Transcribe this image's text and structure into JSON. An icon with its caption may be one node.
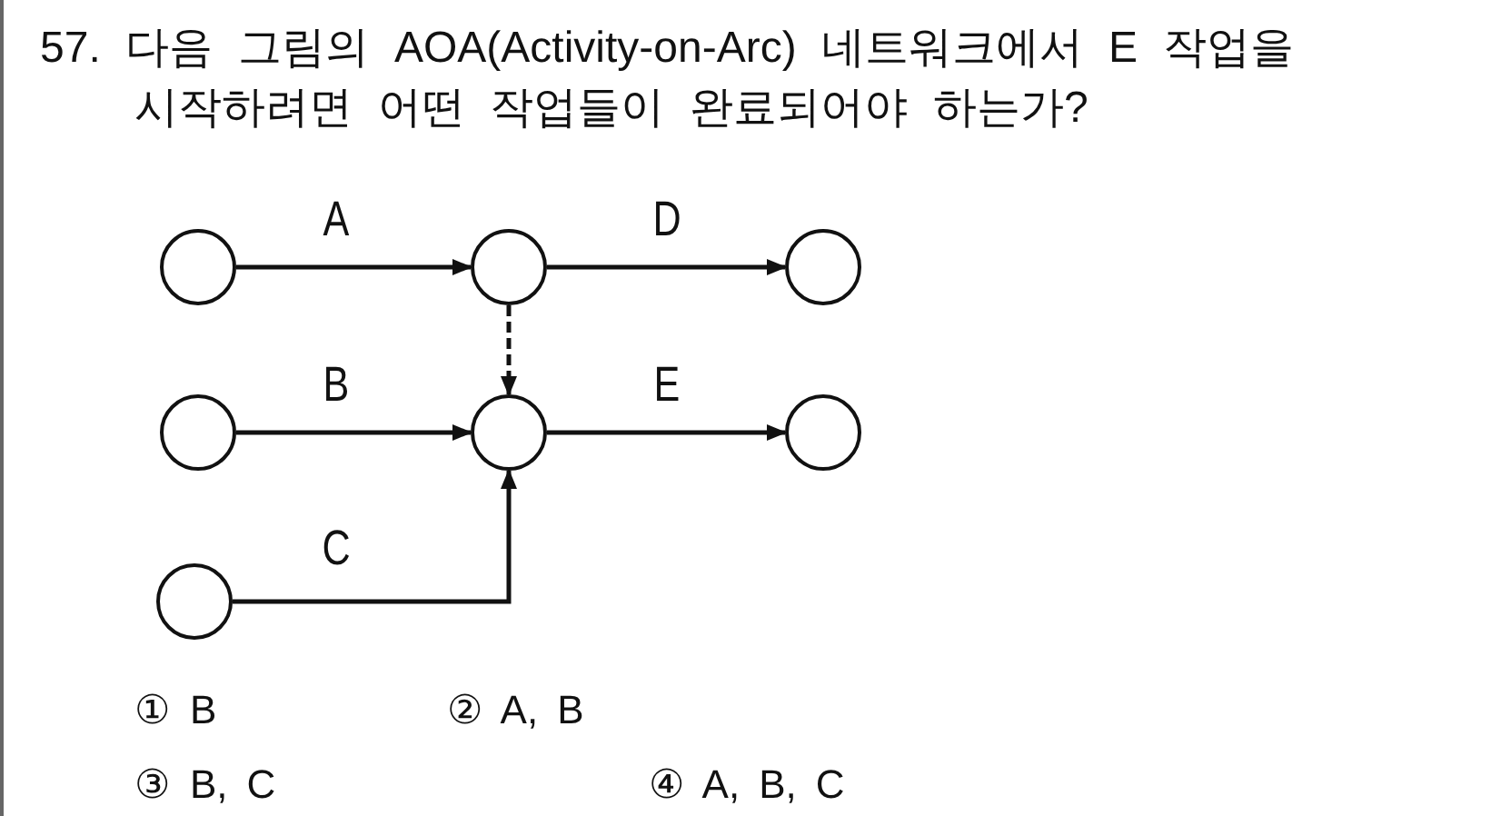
{
  "diagram": {
    "title": "57. 다음 그림의 AOA(Activity-on-Arc) 네트워크에서 E 작업을 시작하려면 어떤 작업들이 완료되어야 하는가?",
    "nodes": [
      {
        "text": [],
        "shape": "circle"
      },
      {
        "text": [],
        "shape": "circle"
      },
      {
        "text": [],
        "shape": "circle"
      },
      {
        "text": [],
        "shape": "circle"
      },
      {
        "text": [],
        "shape": "circle"
      },
      {
        "text": [],
        "shape": "circle"
      },
      {
        "text": [],
        "shape": "circle"
      }
    ],
    "edges": [
      {
        "from": 0,
        "to": 1,
        "arrow": "to",
        "label": "A"
      },
      {
        "from": 1,
        "to": 2,
        "arrow": "to",
        "label": "D"
      },
      {
        "from": 1,
        "to": 4,
        "arrow": "to",
        "style": "dashed"
      },
      {
        "from": 3,
        "to": 4,
        "arrow": "to",
        "label": "B"
      },
      {
        "from": 4,
        "to": 5,
        "arrow": "to",
        "label": "E"
      },
      {
        "from": 6,
        "to": 4,
        "arrow": "to",
        "label": "C"
      }
    ],
    "labels": [
      "① B",
      "② A, B",
      "③ B, C",
      "④ A, B, C"
    ]
  }
}
